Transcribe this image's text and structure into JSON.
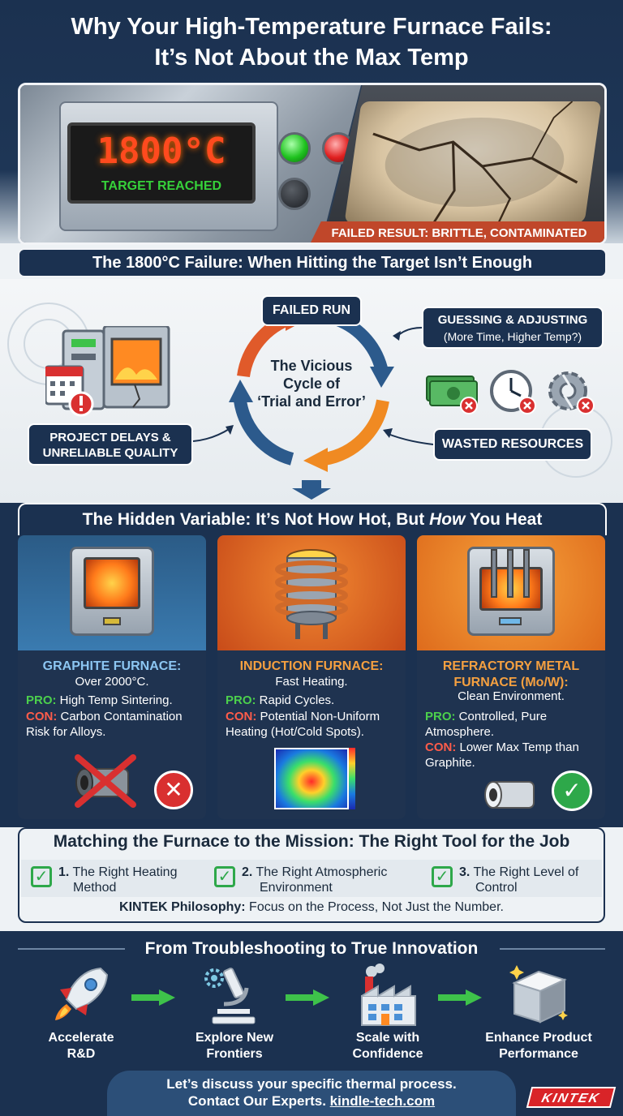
{
  "header": {
    "title_line1": "Why Your High-Temperature Furnace Fails:",
    "title_line2": "It’s Not About the Max Temp"
  },
  "hero": {
    "display_temp": "1800°C",
    "display_status": "TARGET REACHED",
    "fail_banner": "FAILED RESULT: BRITTLE, CONTAMINATED",
    "subtitle": "The 1800°C Failure: When Hitting the Target Isn’t Enough"
  },
  "cycle": {
    "failed_run": "FAILED RUN",
    "guessing_title": "GUESSING & ADJUSTING",
    "guessing_sub": "(More Time, Higher Temp?)",
    "center_line1": "The Vicious",
    "center_line2": "Cycle of",
    "center_line3": "‘Trial and Error’",
    "delays_line1": "PROJECT DELAYS &",
    "delays_line2": "UNRELIABLE QUALITY",
    "wasted": "WASTED RESOURCES"
  },
  "hidden_variable": {
    "title_pre": "The Hidden Variable: It’s Not How Hot, But ",
    "title_em": "How",
    "title_post": " You Heat",
    "cards": [
      {
        "title": "GRAPHITE FURNACE:",
        "desc": "Over 2000°C.",
        "pro_label": "PRO:",
        "pro": "High Temp Sintering.",
        "con_label": "CON:",
        "con": "Carbon Contamination Risk for Alloys."
      },
      {
        "title": "INDUCTION FURNACE:",
        "desc": "Fast Heating.",
        "pro_label": "PRO:",
        "pro": "Rapid Cycles.",
        "con_label": "CON:",
        "con": "Potential Non-Uniform Heating (Hot/Cold Spots)."
      },
      {
        "title_line1": "REFRACTORY METAL",
        "title_line2": "FURNACE (Mo/W):",
        "desc": "Clean Environment.",
        "pro_label": "PRO:",
        "pro": "Controlled, Pure Atmosphere.",
        "con_label": "CON:",
        "con": "Lower Max Temp than Graphite."
      }
    ]
  },
  "matching": {
    "title": "Matching the Furnace to the Mission: The Right Tool for the Job",
    "items": [
      {
        "num": "1.",
        "line1": "The Right Heating",
        "line2": "Method"
      },
      {
        "num": "2.",
        "line1": "The Right Atmospheric",
        "line2": "Environment"
      },
      {
        "num": "3.",
        "line1": "The Right Level of",
        "line2": "Control"
      }
    ],
    "philosophy_label": "KINTEK Philosophy:",
    "philosophy_text": " Focus on the Process, Not Just the Number."
  },
  "innovation": {
    "title": "From Troubleshooting to True Innovation",
    "steps": [
      {
        "line1": "Accelerate",
        "line2": "R&D",
        "icon": "rocket-icon"
      },
      {
        "line1": "Explore New",
        "line2": "Frontiers",
        "icon": "microscope-icon"
      },
      {
        "line1": "Scale with",
        "line2": "Confidence",
        "icon": "factory-icon"
      },
      {
        "line1": "Enhance Product",
        "line2": "Performance",
        "icon": "metal-bar-icon"
      }
    ]
  },
  "cta": {
    "line1": "Let’s discuss your specific thermal process.",
    "line2_pre": "Contact Our Experts. ",
    "link": "kindle-tech.com"
  },
  "brand": {
    "logo": "KINTEK"
  },
  "colors": {
    "navy": "#1b3150",
    "orange": "#f5a040",
    "pro_green": "#4cd04c",
    "con_red": "#ff5c4a",
    "brand_red": "#d92428"
  }
}
